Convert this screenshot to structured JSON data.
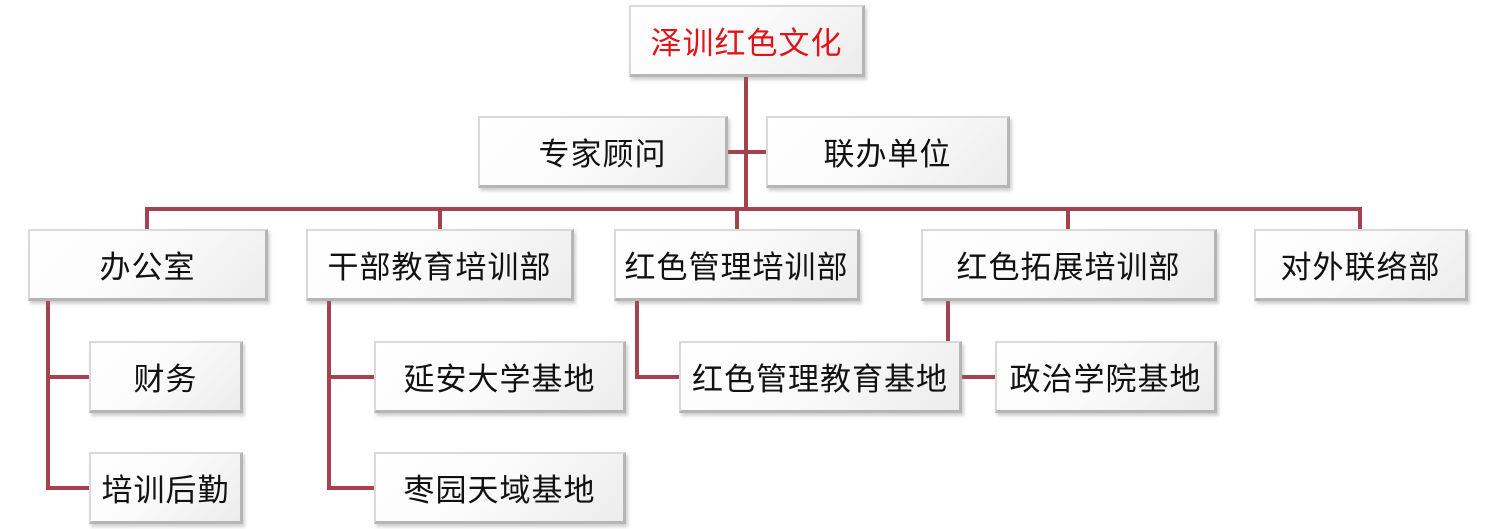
{
  "org_chart": {
    "root": "泽训红色文化",
    "advisors": {
      "left": "专家顾问",
      "right": "联办单位"
    },
    "departments": [
      {
        "label": "办公室",
        "children": [
          "财务",
          "培训后勤"
        ]
      },
      {
        "label": "干部教育培训部",
        "children": [
          "延安大学基地",
          "枣园天域基地"
        ]
      },
      {
        "label": "红色管理培训部",
        "children": [
          "红色管理教育基地"
        ]
      },
      {
        "label": "红色拓展培训部",
        "children": [
          "政治学院基地"
        ]
      },
      {
        "label": "对外联络部",
        "children": []
      }
    ]
  },
  "colors": {
    "root_text": "#e0141b",
    "connector": "#a4434f",
    "node_text": "#111111"
  }
}
